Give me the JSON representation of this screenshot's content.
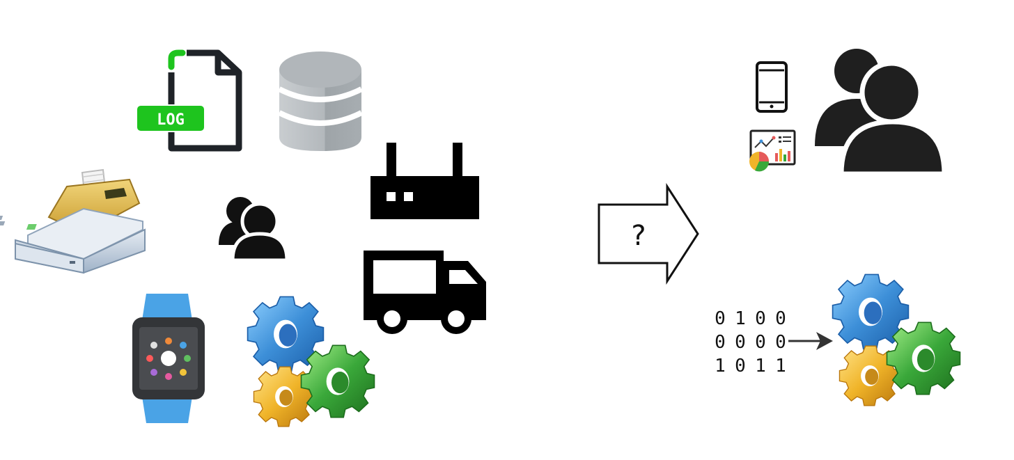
{
  "diagram": {
    "inputs": {
      "log_file": {
        "icon": "log-file-icon",
        "label": "LOG",
        "accent": "#1ec41e"
      },
      "database": {
        "icon": "database-icon",
        "color": "#b9bec2"
      },
      "cash_register": {
        "icon": "cash-register-icon"
      },
      "users_small": {
        "icon": "users-icon"
      },
      "router": {
        "icon": "router-icon"
      },
      "truck": {
        "icon": "truck-icon"
      },
      "smartwatch": {
        "icon": "smartwatch-icon",
        "color": "#4aa3e6"
      },
      "gears": {
        "icon": "gears-icon"
      }
    },
    "process_arrow": {
      "icon": "arrow-right-icon",
      "label": "?"
    },
    "outputs": {
      "phone": {
        "icon": "smartphone-icon"
      },
      "dashboard": {
        "icon": "dashboard-icon"
      },
      "users_large": {
        "icon": "users-icon"
      },
      "binary": {
        "icon": "binary-data-icon",
        "rows": [
          [
            "0",
            "1",
            "0",
            "0"
          ],
          [
            "0",
            "0",
            "0",
            "0"
          ],
          [
            "1",
            "0",
            "1",
            "1"
          ]
        ]
      },
      "gears": {
        "icon": "gears-icon"
      }
    },
    "colors": {
      "ink": "#111111",
      "gear_blue": "#3d8fd8",
      "gear_green": "#3aa83a",
      "gear_orange": "#f0b429"
    }
  }
}
